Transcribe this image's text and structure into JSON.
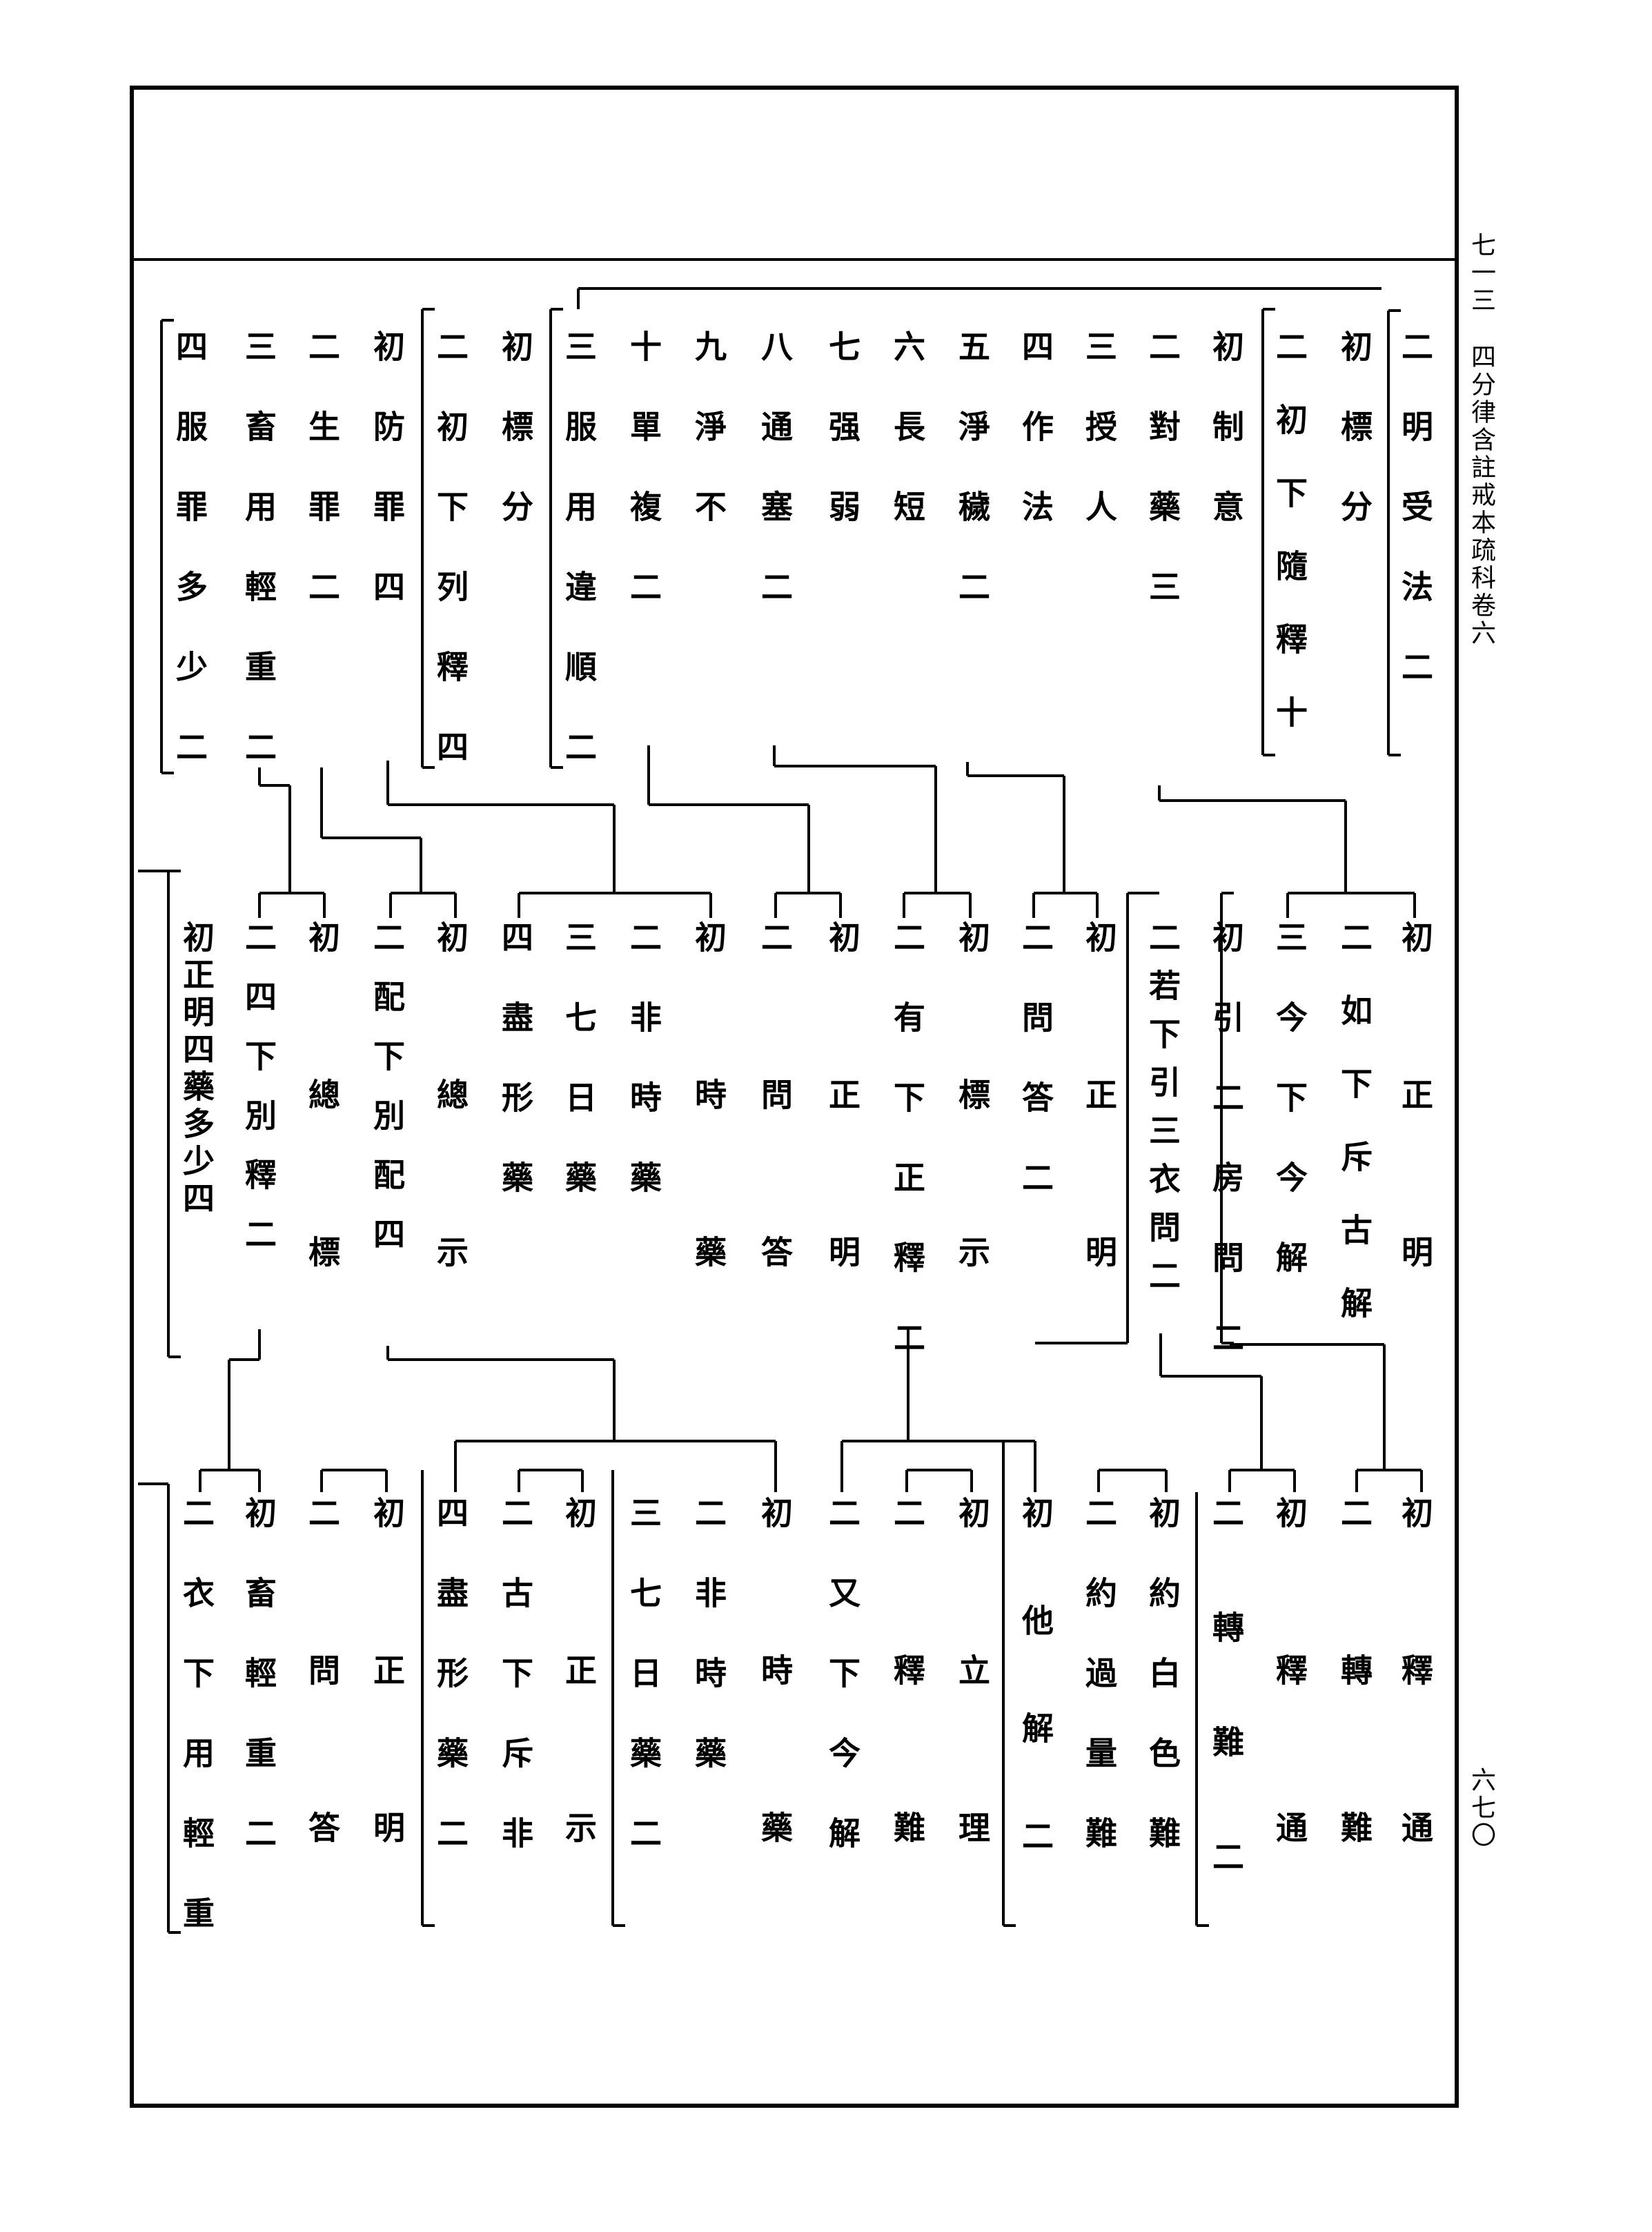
{
  "header": {
    "volume": "七一三",
    "title": "四分律含註戒本疏科卷六",
    "page_number": "六七〇"
  },
  "outline": [
    {
      "id": "r1",
      "text": "二明受法二"
    },
    {
      "id": "r2",
      "text": "初標分"
    },
    {
      "id": "r3",
      "text": "二初下隨釋十"
    },
    {
      "id": "r4",
      "text": "初制意"
    },
    {
      "id": "r5",
      "text": "二對藥三"
    },
    {
      "id": "r6",
      "text": "三授人"
    },
    {
      "id": "r7",
      "text": "四作法"
    },
    {
      "id": "r8",
      "text": "五淨穢二"
    },
    {
      "id": "r9",
      "text": "六長短"
    },
    {
      "id": "r10",
      "text": "七强弱"
    },
    {
      "id": "r11",
      "text": "八通塞二"
    },
    {
      "id": "r12",
      "text": "九淨不"
    },
    {
      "id": "r13",
      "text": "十單複二"
    },
    {
      "id": "r14",
      "text": "三服用違順二"
    },
    {
      "id": "r15",
      "text": "初標分"
    },
    {
      "id": "r16",
      "text": "二初下列釋四"
    },
    {
      "id": "r17",
      "text": "初防罪四"
    },
    {
      "id": "r18",
      "text": "二生罪二"
    },
    {
      "id": "r19",
      "text": "三畜用輕重二"
    },
    {
      "id": "r20",
      "text": "四服罪多少二"
    },
    {
      "id": "m1",
      "text": "初正明"
    },
    {
      "id": "m2",
      "text": "二如下斥古解"
    },
    {
      "id": "m3",
      "text": "三今下今解"
    },
    {
      "id": "m4",
      "text": "初引二房問二"
    },
    {
      "id": "m5",
      "text": "二若下引三衣問二"
    },
    {
      "id": "m6",
      "text": "初正明"
    },
    {
      "id": "m7",
      "text": "二問答二"
    },
    {
      "id": "m8",
      "text": "初標示"
    },
    {
      "id": "m9",
      "text": "二有下正釋二"
    },
    {
      "id": "m10",
      "text": "初正明"
    },
    {
      "id": "m11",
      "text": "二問答"
    },
    {
      "id": "m12",
      "text": "初時藥"
    },
    {
      "id": "m13",
      "text": "二非時藥"
    },
    {
      "id": "m14",
      "text": "三七日藥"
    },
    {
      "id": "m15",
      "text": "四盡形藥"
    },
    {
      "id": "m16",
      "text": "初總示"
    },
    {
      "id": "m17",
      "text": "二配下別配四"
    },
    {
      "id": "m18",
      "text": "初總標"
    },
    {
      "id": "m19",
      "text": "二四下別釋二"
    },
    {
      "id": "m20",
      "text": "初正明四藥多少四"
    },
    {
      "id": "b1",
      "text": "初釋通"
    },
    {
      "id": "b2",
      "text": "二轉難"
    },
    {
      "id": "b3",
      "text": "初釋通"
    },
    {
      "id": "b4",
      "text": "二轉難二"
    },
    {
      "id": "b5",
      "text": "初約白色難"
    },
    {
      "id": "b6",
      "text": "二約過量難"
    },
    {
      "id": "b7",
      "text": "初他解二"
    },
    {
      "id": "b8",
      "text": "初立理"
    },
    {
      "id": "b9",
      "text": "二釋難"
    },
    {
      "id": "b10",
      "text": "二又下今解"
    },
    {
      "id": "b11",
      "text": "初時藥"
    },
    {
      "id": "b12",
      "text": "二非時藥"
    },
    {
      "id": "b13",
      "text": "三七日藥二"
    },
    {
      "id": "b14",
      "text": "初正示"
    },
    {
      "id": "b15",
      "text": "二古下斥非"
    },
    {
      "id": "b16",
      "text": "四盡形藥二"
    },
    {
      "id": "b17",
      "text": "初正明"
    },
    {
      "id": "b18",
      "text": "二問答"
    },
    {
      "id": "b19",
      "text": "初畜輕重二"
    },
    {
      "id": "b20",
      "text": "二衣下用輕重"
    }
  ]
}
